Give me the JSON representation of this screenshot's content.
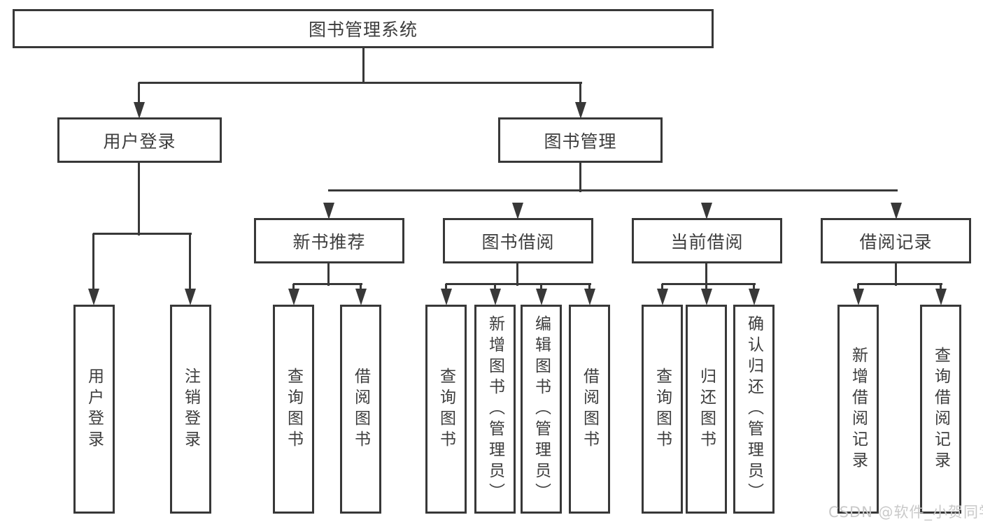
{
  "nodes": {
    "root": "图书管理系统",
    "user_login": "用户登录",
    "book_management": "图书管理",
    "new_book_recommend": "新书推荐",
    "book_borrow": "图书借阅",
    "current_borrow": "当前借阅",
    "borrow_records": "借阅记录",
    "leaf_user_login": "用户登录",
    "leaf_logout": "注销登录",
    "leaf_recommend_query_books": "查询图书",
    "leaf_recommend_borrow_books": "借阅图书",
    "leaf_borrow_query_books": "查询图书",
    "leaf_add_books_admin": "新增图书（管理员）",
    "leaf_edit_books_admin": "编辑图书（管理员）",
    "leaf_borrow_books": "借阅图书",
    "leaf_current_query_books": "查询图书",
    "leaf_return_books": "归还图书",
    "leaf_confirm_return_admin": "确认归还（管理员）",
    "leaf_add_borrow_record": "新增借阅记录",
    "leaf_query_borrow_record": "查询借阅记录"
  },
  "watermark": "CSDN @软件_小贺同学",
  "colors": {
    "line": "#383838",
    "text": "#3d3d3d",
    "background": "#ffffff",
    "watermark": "#c9c9c9"
  }
}
